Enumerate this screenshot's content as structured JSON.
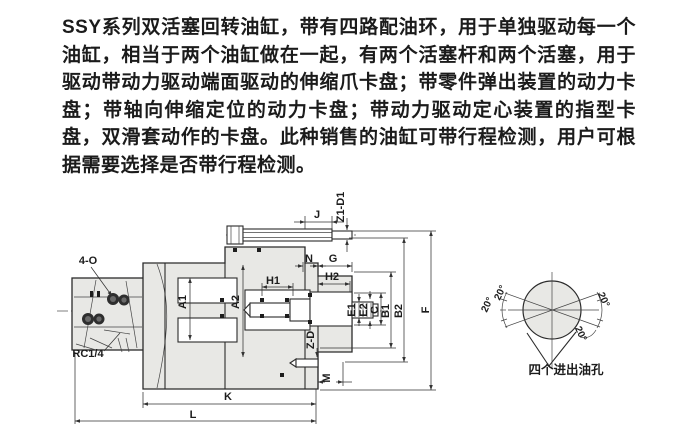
{
  "description": {
    "text": "SSY系列双活塞回转油缸，带有四路配油环，用于单独驱动每一个油缸，相当于两个油缸做在一起，有两个活塞杆和两个活塞，用于驱动带动力驱动端面驱动的伸缩爪卡盘；带零件弹出装置的动力卡盘；带轴向伸缩定位的动力卡盘；带动力驱动定心装置的指型卡盘，双滑套动作的卡盘。此种销售的油缸可带行程检测，用户可根据需要选择是否带行程检测。"
  },
  "main_view": {
    "labels": {
      "ports": "4-O",
      "thread_port": "RC1/4",
      "j": "J",
      "z1d1": "Z1-D1",
      "n": "N",
      "g": "G",
      "h1": "H1",
      "h2": "H2",
      "a1": "A1",
      "a2": "A2",
      "e1": "E1",
      "e2": "E2",
      "c": "C",
      "b1": "B1",
      "b2": "B2",
      "f": "F",
      "zd": "Z-D",
      "m": "M",
      "k": "K",
      "l": "L"
    }
  },
  "detail_view": {
    "angles": [
      "20°",
      "20°",
      "20°",
      "20°"
    ],
    "caption": "四个进出油孔"
  },
  "colors": {
    "text": "#1b1b1b",
    "line": "#2b2b2b",
    "section_fill": "#e8e8e5",
    "background": "#ffffff"
  }
}
